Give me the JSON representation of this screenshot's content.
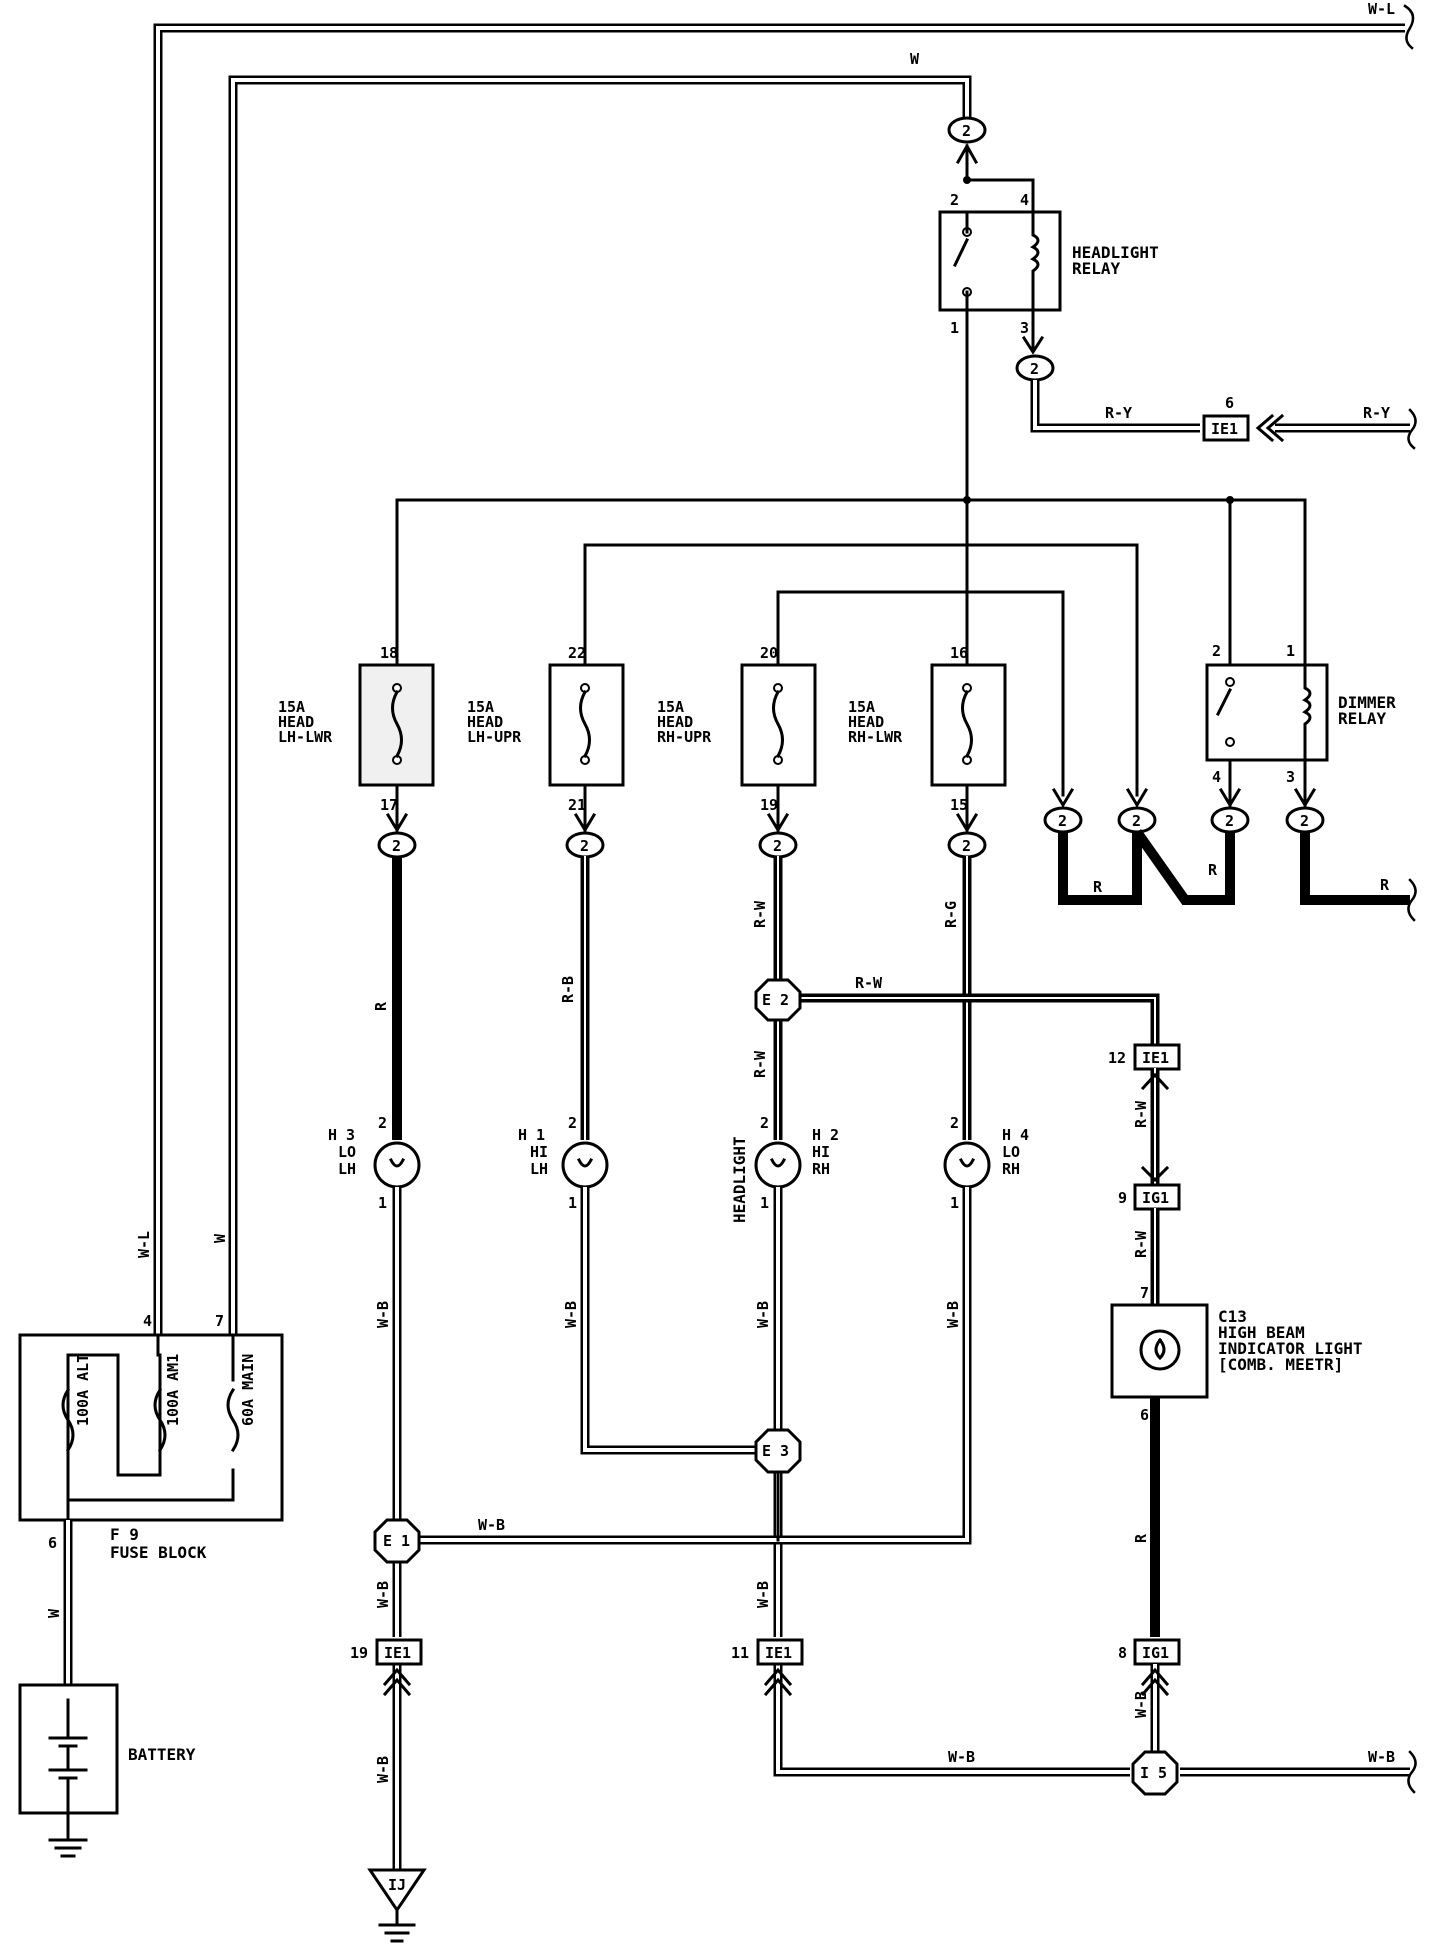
{
  "diagram": {
    "wires": {
      "top_w_l": "W-L",
      "top_w": "W",
      "relay_out": "R-Y",
      "relay_out_ext": "R-Y",
      "dimmer_r1": "R",
      "dimmer_r2": "R",
      "dimmer_r3": "R",
      "lh_lwr_down": "R",
      "lh_upr_down": "R-B",
      "rh_upr_down": "R-W",
      "rh_upr_down2": "R-W",
      "rh_lwr_down": "R-G",
      "e2_right": "R-W",
      "ie1_ig1": "R-W",
      "ig1_c13": "R-W",
      "c13_ig1": "R",
      "lh_lo_gnd": "W-B",
      "lh_hi_gnd": "W-B",
      "rh_hi_gnd": "W-B",
      "rh_lo_gnd": "W-B",
      "e1_right": "W-B",
      "e1_down": "W-B",
      "ie1_ij": "W-B",
      "e3_down": "W-B",
      "i5_left": "W-B",
      "i5_right": "W-B",
      "ig1_i5": "W-B",
      "fuse_w_l": "W-L",
      "fuse_w": "W",
      "fuse_batt": "W"
    },
    "headlight_relay": {
      "name_line1": "HEADLIGHT",
      "name_line2": "RELAY",
      "pin1": "1",
      "pin2": "2",
      "pin3": "3",
      "pin4": "4"
    },
    "dimmer_relay": {
      "name_line1": "DIMMER",
      "name_line2": "RELAY",
      "pin1": "1",
      "pin2": "2",
      "pin3": "3",
      "pin4": "4"
    },
    "connector_ie1_top": {
      "id": "IE1",
      "pin": "6"
    },
    "connector_ie1_mid": {
      "id": "IE1",
      "pin": "12"
    },
    "connector_ig1_mid": {
      "id": "IG1",
      "pin": "9"
    },
    "connector_ie1_left": {
      "id": "IE1",
      "pin": "19"
    },
    "connector_ie1_center": {
      "id": "IE1",
      "pin": "11"
    },
    "connector_ig1_bottom": {
      "id": "IG1",
      "pin": "8"
    },
    "junction_label": "2",
    "fuses": [
      {
        "amp": "15A",
        "name": "HEAD",
        "pos": "LH-LWR",
        "pin_top": "18",
        "pin_bot": "17"
      },
      {
        "amp": "15A",
        "name": "HEAD",
        "pos": "LH-UPR",
        "pin_top": "22",
        "pin_bot": "21"
      },
      {
        "amp": "15A",
        "name": "HEAD",
        "pos": "RH-UPR",
        "pin_top": "20",
        "pin_bot": "19"
      },
      {
        "amp": "15A",
        "name": "HEAD",
        "pos": "RH-LWR",
        "pin_top": "16",
        "pin_bot": "15"
      }
    ],
    "lamps": [
      {
        "id": "H 3",
        "l1": "LO",
        "l2": "LH",
        "pin_top": "2",
        "pin_bot": "1"
      },
      {
        "id": "H 1",
        "l1": "HI",
        "l2": "LH",
        "pin_top": "2",
        "pin_bot": "1"
      },
      {
        "id": "H 2",
        "l1": "HI",
        "l2": "RH",
        "pin_top": "2",
        "pin_bot": "1"
      },
      {
        "id": "H 4",
        "l1": "LO",
        "l2": "RH",
        "pin_top": "2",
        "pin_bot": "1"
      }
    ],
    "headlight_label": "HEADLIGHT",
    "splices": {
      "e1": "E 1",
      "e2": "E 2",
      "e3": "E 3",
      "i5": "I 5"
    },
    "indicator": {
      "id": "C13",
      "l1": "HIGH BEAM",
      "l2": "INDICATOR LIGHT",
      "l3": "[COMB. MEETR]",
      "pin_top": "7",
      "pin_bot": "6"
    },
    "fuse_block": {
      "fuse1": "100A ALT",
      "fuse2": "100A AM1",
      "fuse3": "60A MAIN",
      "pin4": "4",
      "pin7": "7",
      "pin6": "6",
      "id": "F 9",
      "name": "FUSE BLOCK"
    },
    "battery": "BATTERY",
    "ground_ij": "IJ"
  }
}
